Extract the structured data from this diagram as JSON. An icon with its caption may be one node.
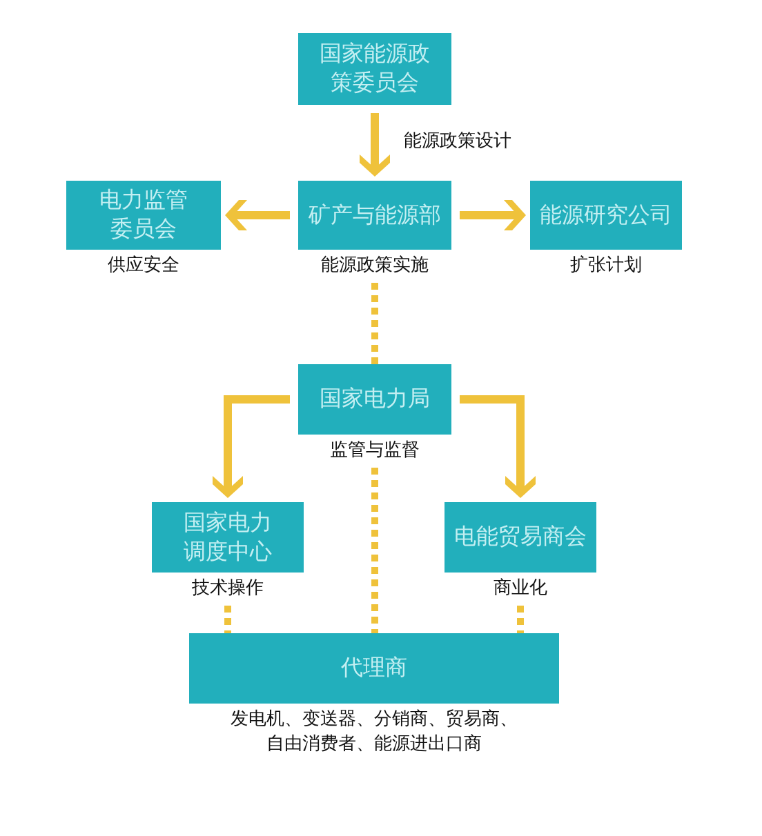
{
  "diagram": {
    "nodes": [
      {
        "text": [
          "国家能源政策委员会"
        ]
      },
      {
        "text": [
          "电力监管委员会"
        ],
        "beside": [
          "供应安全"
        ]
      },
      {
        "text": [
          "矿产与能源部"
        ],
        "beside": [
          "能源政策实施"
        ]
      },
      {
        "text": [
          "能源研究公司"
        ],
        "beside": [
          "扩张计划"
        ]
      },
      {
        "text": [
          "国家电力局"
        ],
        "beside": [
          "监管与监督"
        ]
      },
      {
        "text": [
          "国家电力调度中心"
        ],
        "beside": [
          "技术操作"
        ]
      },
      {
        "text": [
          "电能贸易商会"
        ],
        "beside": [
          "商业化"
        ]
      },
      {
        "text": [
          "代理商"
        ],
        "beside": [
          "发电机、变送器、分销商、贸易商、自由消费者、能源进出口商"
        ]
      }
    ],
    "edges": [
      {
        "from": 0,
        "to": 2,
        "arrow": "to",
        "label": "能源政策设计"
      },
      {
        "from": 2,
        "to": 1,
        "arrow": "to"
      },
      {
        "from": 2,
        "to": 3,
        "arrow": "to"
      },
      {
        "from": 2,
        "to": 4,
        "arrow": "none",
        "style": "dashed"
      },
      {
        "from": 4,
        "to": 5,
        "arrow": "to"
      },
      {
        "from": 4,
        "to": 6,
        "arrow": "to"
      },
      {
        "from": 4,
        "to": 7,
        "arrow": "none",
        "style": "dashed"
      },
      {
        "from": 5,
        "to": 7,
        "arrow": "none",
        "style": "dashed"
      },
      {
        "from": 6,
        "to": 7,
        "arrow": "none",
        "style": "dashed"
      }
    ]
  }
}
